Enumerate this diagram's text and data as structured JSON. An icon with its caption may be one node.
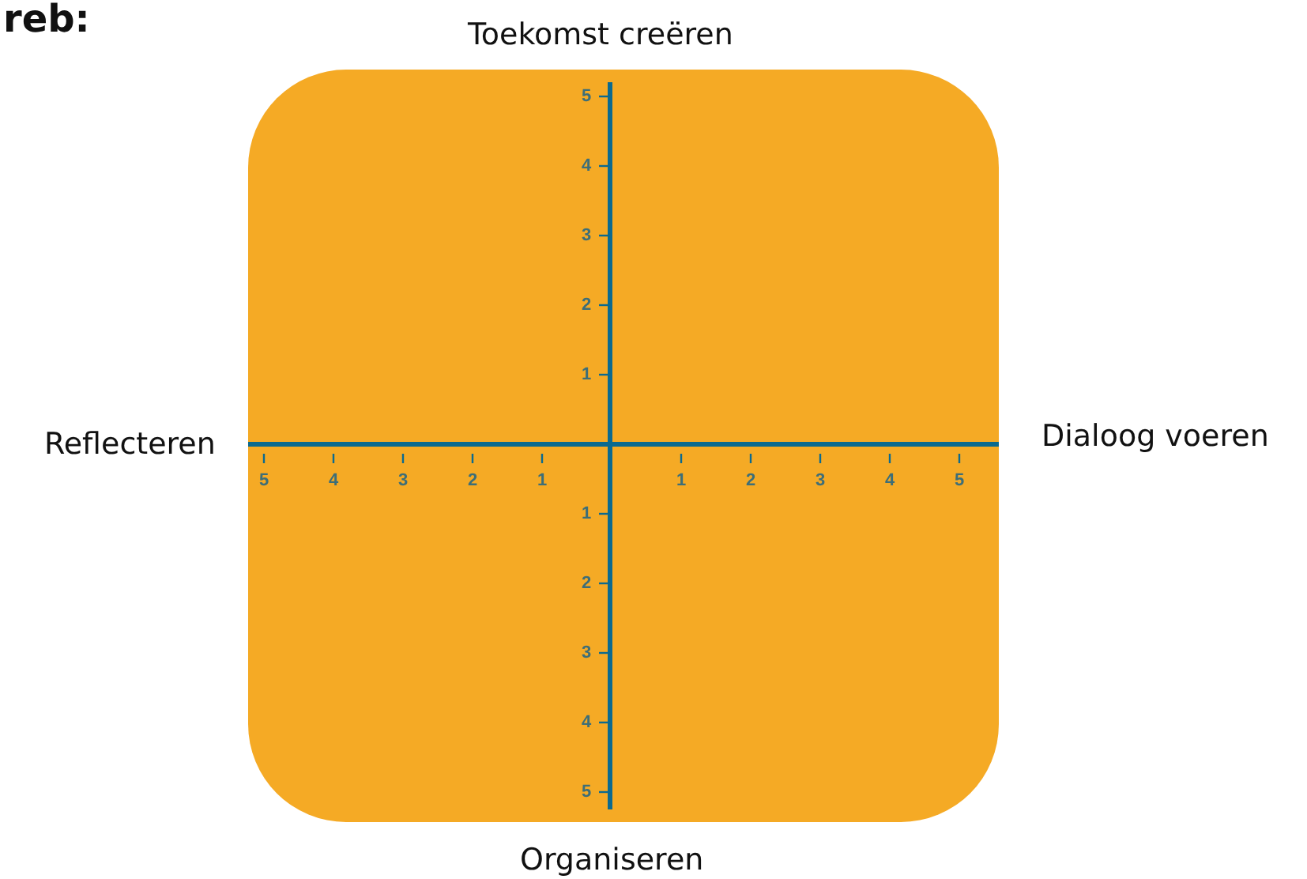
{
  "diagram": {
    "labels": [
      "reb:",
      "Toekomst creëren",
      "Reflecteren",
      "Dialoog voeren",
      "Organiseren",
      "5",
      "4",
      "3",
      "2",
      "1",
      "5",
      "4",
      "3",
      "2",
      "1",
      "1",
      "2",
      "3",
      "4",
      "5",
      "1",
      "2",
      "3",
      "4",
      "5"
    ]
  }
}
